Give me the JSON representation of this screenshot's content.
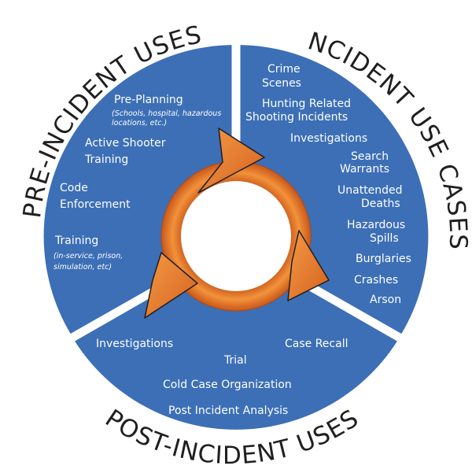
{
  "titles": {
    "pre": "PRE-INCIDENT USES",
    "incident": "INCIDENT USE CASES",
    "post": "POST-INCIDENT USES"
  },
  "pre_incident": {
    "pre_planning": "Pre-Planning",
    "pre_planning_note_1": "(Schools, hospital, hazardous",
    "pre_planning_note_2": "locations, etc.)",
    "active_shooter_1": "Active Shooter",
    "active_shooter_2": "Training",
    "code_1": "Code",
    "code_2": "Enforcement",
    "training": "Training",
    "training_note_1": "(in-service, prison,",
    "training_note_2": "simulation, etc)"
  },
  "incident": {
    "crime_1": "Crime",
    "crime_2": "Scenes",
    "hunting_1": "Hunting Related",
    "hunting_2": "Shooting Incidents",
    "investigations": "Investigations",
    "search_1": "Search",
    "search_2": "Warrants",
    "unattended_1": "Unattended",
    "unattended_2": "Deaths",
    "hazardous_1": "Hazardous",
    "hazardous_2": "Spills",
    "burglaries": "Burglaries",
    "crashes": "Crashes",
    "arson": "Arson"
  },
  "post_incident": {
    "investigations": "Investigations",
    "case_recall": "Case Recall",
    "trial": "Trial",
    "cold_case": "Cold Case Organization",
    "analysis": "Post Incident Analysis"
  },
  "colors": {
    "segment_blue": "#3c6fb6",
    "cycle_orange": "#e8782a",
    "title_text": "#1f1f1f"
  }
}
